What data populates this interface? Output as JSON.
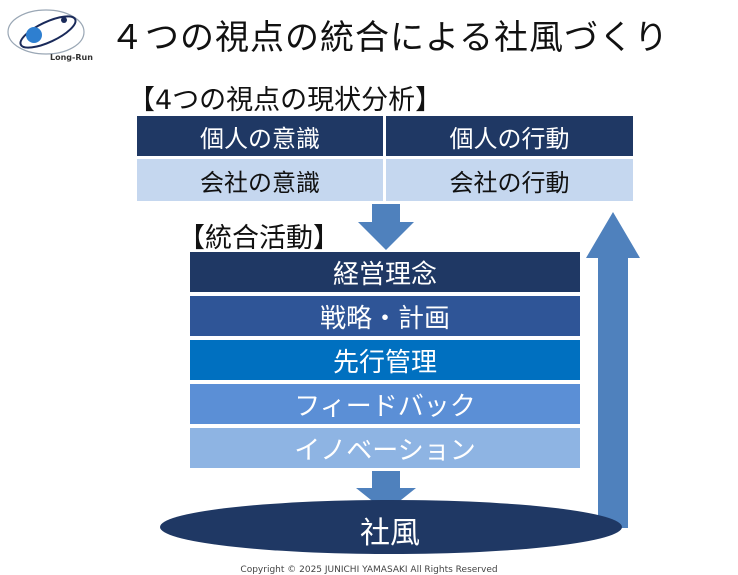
{
  "header": {
    "title": "４つの視点の統合による社風づくり",
    "logo_text": "Long-Run"
  },
  "analysis": {
    "heading": "【4つの視点の現状分析】",
    "cells": {
      "individual_awareness": "個人の意識",
      "individual_action": "個人の行動",
      "company_awareness": "会社の意識",
      "company_action": "会社の行動"
    }
  },
  "integration": {
    "heading": "【統合活動】",
    "layers": [
      {
        "label": "経営理念",
        "color": "#1f3864"
      },
      {
        "label": "戦略・計画",
        "color": "#2f5597"
      },
      {
        "label": "先行管理",
        "color": "#0070c0"
      },
      {
        "label": "フィードバック",
        "color": "#5b8fd6"
      },
      {
        "label": "イノベーション",
        "color": "#8eb4e3"
      }
    ]
  },
  "result": {
    "label": "社風",
    "ellipse_color": "#1f3864"
  },
  "arrows": {
    "color": "#4f81bd"
  },
  "footer": {
    "copyright": "Copyright © 2025 JUNICHI YAMASAKI All Rights Reserved"
  }
}
